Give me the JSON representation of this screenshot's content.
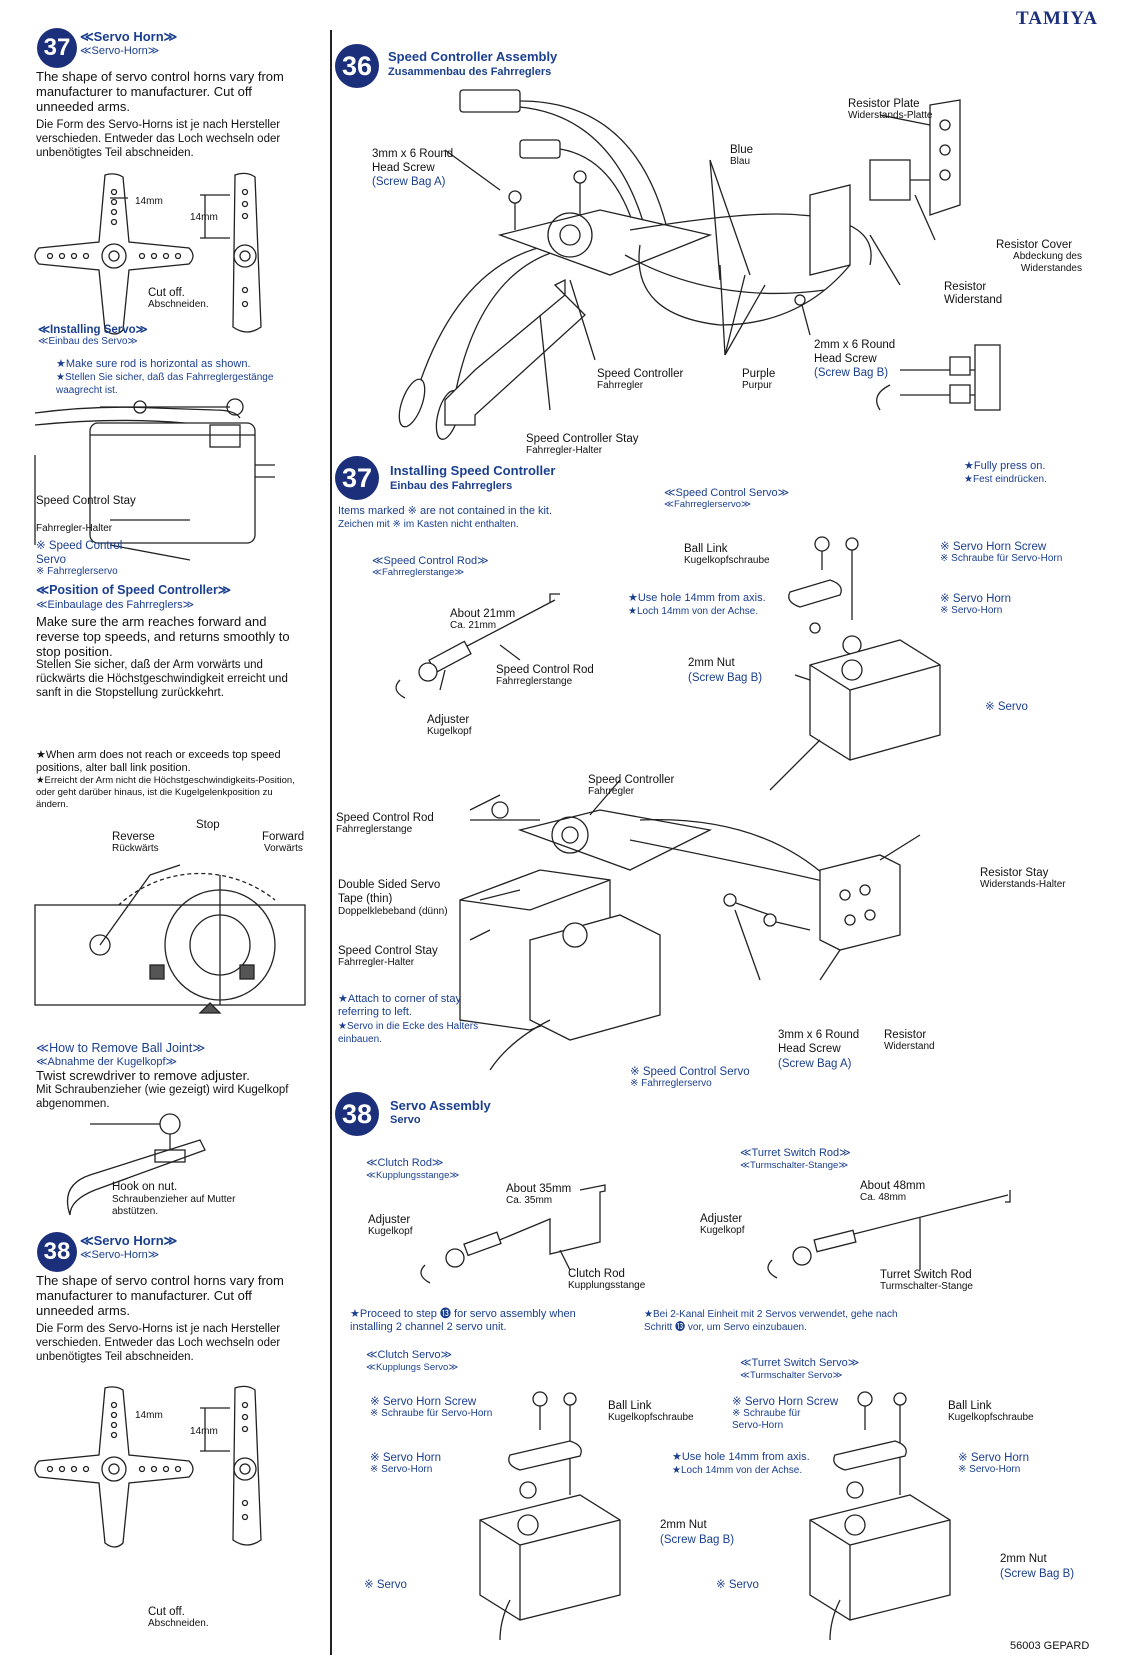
{
  "brand": "TAMIYA",
  "footer": "56003 GEPARD",
  "left": {
    "s37": {
      "num": "37",
      "title_en": "≪Servo Horn≫",
      "title_de": "≪Servo-Horn≫",
      "text_en": "The shape of servo control horns vary from manufacturer to manufacturer. Cut off unneeded arms.",
      "text_de": "Die Form des Servo-Horns ist je nach Hersteller verschieden. Entweder das Loch wechseln oder unbenötigtes Teil abschneiden.",
      "dim1": "14mm",
      "dim2": "14mm",
      "cut_en": "Cut off.",
      "cut_de": "Abschneiden."
    },
    "install": {
      "title_en": "≪Installing Servo≫",
      "title_de": "≪Einbau des Servo≫",
      "note_en": "★Make sure rod is horizontal as shown.",
      "note_de": "★Stellen Sie sicher, daß das Fahrreglergestänge waagrecht ist.",
      "stay_en": "Speed Control Stay",
      "stay_de": "Fahrregler-Halter",
      "servo_en": "※ Speed Control Servo",
      "servo_de": "※ Fahrreglerservo"
    },
    "position": {
      "title_en": "≪Position of Speed Controller≫",
      "title_de": "≪Einbaulage des Fahrreglers≫",
      "text_en": "Make sure the arm reaches forward and reverse top speeds, and returns smoothly to stop position.",
      "text_de": "Stellen Sie sicher, daß der Arm vorwärts und rückwärts die Höchstgeschwindigkeit erreicht und sanft in die Stopstellung zurückkehrt.",
      "warn_en": "★When arm does not reach or exceeds top speed positions, alter ball link position.",
      "warn_de": "★Erreicht der Arm nicht die Höchstgeschwindigkeits-Position, oder geht darüber hinaus, ist die Kugelgelenkposition zu ändern.",
      "stop": "Stop",
      "reverse_en": "Reverse",
      "reverse_de": "Rückwärts",
      "forward_en": "Forward",
      "forward_de": "Vorwärts"
    },
    "remove": {
      "title_en": "≪How to Remove Ball Joint≫",
      "title_de": "≪Abnahme der Kugelkopf≫",
      "text_en": "Twist screwdriver to remove adjuster.",
      "text_de": "Mit Schraubenzieher (wie gezeigt) wird Kugelkopf abgenommen.",
      "hook_en": "Hook on nut.",
      "hook_de": "Schraubenzieher auf Mutter abstützen."
    },
    "s38": {
      "num": "38",
      "title_en": "≪Servo Horn≫",
      "title_de": "≪Servo-Horn≫",
      "text_en": "The shape of servo control horns vary from manufacturer to manufacturer. Cut off unneeded arms.",
      "text_de": "Die Form des Servo-Horns ist je nach Hersteller verschieden. Entweder das Loch wechseln oder unbenötigtes Teil abschneiden.",
      "dim1": "14mm",
      "dim2": "14mm",
      "cut_en": "Cut off.",
      "cut_de": "Abschneiden."
    }
  },
  "s36": {
    "num": "36",
    "title_en": "Speed Controller Assembly",
    "title_de": "Zusammenbau des Fahrreglers",
    "resistor_plate_en": "Resistor Plate",
    "resistor_plate_de": "Widerstands-Platte",
    "screw3_en": "3mm x 6 Round Head Screw",
    "screw3_bag": "(Screw Bag A)",
    "blue_en": "Blue",
    "blue_de": "Blau",
    "cover_en": "Resistor Cover",
    "cover_de": "Abdeckung des Widerstandes",
    "resistor_en": "Resistor",
    "resistor_de": "Widerstand",
    "screw2_en": "2mm x 6 Round Head Screw",
    "screw2_bag": "(Screw Bag B)",
    "sc_en": "Speed Controller",
    "sc_de": "Fahrregler",
    "purple_en": "Purple",
    "purple_de": "Purpur",
    "stay_en": "Speed Controller Stay",
    "stay_de": "Fahrregler-Halter",
    "press_en": "★Fully press on.",
    "press_de": "★Fest eindrücken."
  },
  "s37": {
    "num": "37",
    "title_en": "Installing Speed Controller",
    "title_de": "Einbau des Fahrreglers",
    "marked_en": "Items marked ※ are not contained in the kit.",
    "marked_de": "Zeichen mit ※ im Kasten nicht enthalten.",
    "rod_title_en": "≪Speed Control Rod≫",
    "rod_title_de": "≪Fahrreglerstange≫",
    "about21_en": "About 21mm",
    "about21_de": "Ca. 21mm",
    "rod_en": "Speed Control Rod",
    "rod_de": "Fahrreglerstange",
    "adjuster_en": "Adjuster",
    "adjuster_de": "Kugelkopf",
    "servo_title_en": "≪Speed Control Servo≫",
    "servo_title_de": "≪Fahrreglerservo≫",
    "ball_en": "Ball Link",
    "ball_de": "Kugelkopfschraube",
    "horn_screw_en": "※ Servo Horn Screw",
    "horn_screw_de": "※ Schraube für Servo-Horn",
    "hole_en": "★Use hole 14mm from axis.",
    "hole_de": "★Loch 14mm von der Achse.",
    "horn_en": "※ Servo Horn",
    "horn_de": "※ Servo-Horn",
    "nut_en": "2mm Nut",
    "nut_bag": "(Screw Bag B)",
    "servo_en": "※ Servo",
    "asm_sc_en": "Speed Controller",
    "asm_sc_de": "Fahrregler",
    "asm_rod_en": "Speed Control Rod",
    "asm_rod_de": "Fahrreglerstange",
    "tape_en": "Double Sided Servo Tape (thin)",
    "tape_de": "Doppelklebeband (dünn)",
    "asm_stay_en": "Speed Control Stay",
    "asm_stay_de": "Fahrregler-Halter",
    "attach_en": "★Attach to corner of stay referring to left.",
    "attach_de": "★Servo in die Ecke des Halters einbauen.",
    "res_stay_en": "Resistor Stay",
    "res_stay_de": "Widerstands-Halter",
    "screw3_en": "3mm x 6 Round Head Screw",
    "screw3_bag": "(Screw Bag A)",
    "resistor_en": "Resistor",
    "resistor_de": "Widerstand",
    "scs_en": "※ Speed Control Servo",
    "scs_de": "※ Fahrreglerservo"
  },
  "s38": {
    "num": "38",
    "title_en": "Servo Assembly",
    "title_de": "Servo",
    "clutch_rod_title_en": "≪Clutch Rod≫",
    "clutch_rod_title_de": "≪Kupplungsstange≫",
    "about35_en": "About 35mm",
    "about35_de": "Ca. 35mm",
    "adj1_en": "Adjuster",
    "adj1_de": "Kugelkopf",
    "clutch_rod_en": "Clutch Rod",
    "clutch_rod_de": "Kupplungsstange",
    "turret_rod_title_en": "≪Turret Switch Rod≫",
    "turret_rod_title_de": "≪Turmschalter-Stange≫",
    "about48_en": "About 48mm",
    "about48_de": "Ca. 48mm",
    "adj2_en": "Adjuster",
    "adj2_de": "Kugelkopf",
    "turret_rod_en": "Turret Switch Rod",
    "turret_rod_de": "Turmschalter-Stange",
    "proceed_en": "★Proceed to step ⓭ for servo assembly when installing 2 channel 2 servo unit.",
    "proceed_de": "★Bei 2-Kanal Einheit mit 2 Servos verwendet, gehe nach Schritt ⓭ vor, um Servo einzubauen.",
    "clutch_servo_en": "≪Clutch Servo≫",
    "clutch_servo_de": "≪Kupplungs Servo≫",
    "turret_servo_en": "≪Turret Switch Servo≫",
    "turret_servo_de": "≪Turmschalter Servo≫",
    "hs1_en": "※ Servo Horn Screw",
    "hs1_de": "※ Schraube für Servo-Horn",
    "bl1_en": "Ball Link",
    "bl1_de": "Kugelkopfschraube",
    "hs2_en": "※ Servo Horn Screw",
    "hs2_de": "※ Schraube für Servo-Horn",
    "bl2_en": "Ball Link",
    "bl2_de": "Kugelkopfschraube",
    "horn1_en": "※ Servo Horn",
    "horn1_de": "※ Servo-Horn",
    "hole_en": "★Use hole 14mm from axis.",
    "hole_de": "★Loch 14mm von der Achse.",
    "horn2_en": "※ Servo Horn",
    "horn2_de": "※ Servo-Horn",
    "nut1_en": "2mm Nut",
    "nut1_bag": "(Screw Bag B)",
    "nut2_en": "2mm Nut",
    "nut2_bag": "(Screw Bag B)",
    "servo1": "※ Servo",
    "servo2": "※ Servo"
  }
}
